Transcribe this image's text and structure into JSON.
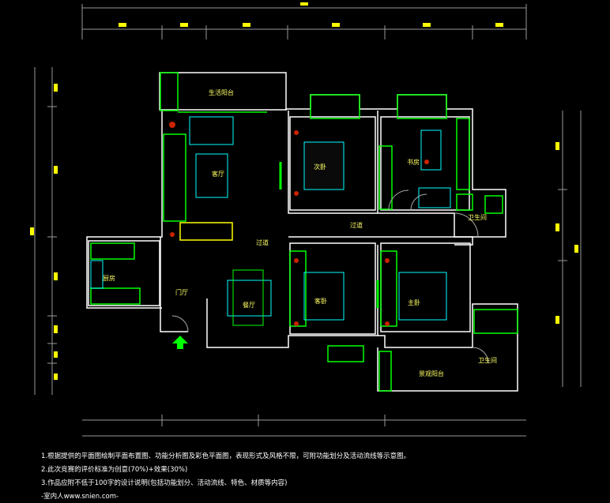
{
  "rooms": {
    "living_balcony": "生活阳台",
    "living_room": "客厅",
    "second_bedroom": "次卧",
    "study": "书房",
    "corridor_upper": "过道",
    "corridor_left": "过道",
    "bathroom_upper": "卫生间",
    "kitchen": "厨房",
    "foyer": "门厅",
    "dining_room": "餐厅",
    "guest_bedroom": "客卧",
    "master_bedroom": "主卧",
    "view_balcony": "景观阳台",
    "bathroom_lower": "卫生间"
  },
  "notes": [
    "1.根据提供的平面图绘制平面布置图、功能分析图及彩色平面图，表现形式及风格不限，可附功能划分及活动流线等示意图。",
    "2.此次竞赛的评价标准为创意(70%)+效果(30%)",
    "3.作品应附不低于100字的设计说明(包括功能划分、活动流线、特色、材质等内容)",
    "-室内人www.snien.com-"
  ],
  "colors": {
    "wall": "#ffffff",
    "furniture": "#00ff00",
    "cyan": "#00ffff",
    "label": "#ffff00",
    "dim": "#aaaaaa"
  }
}
